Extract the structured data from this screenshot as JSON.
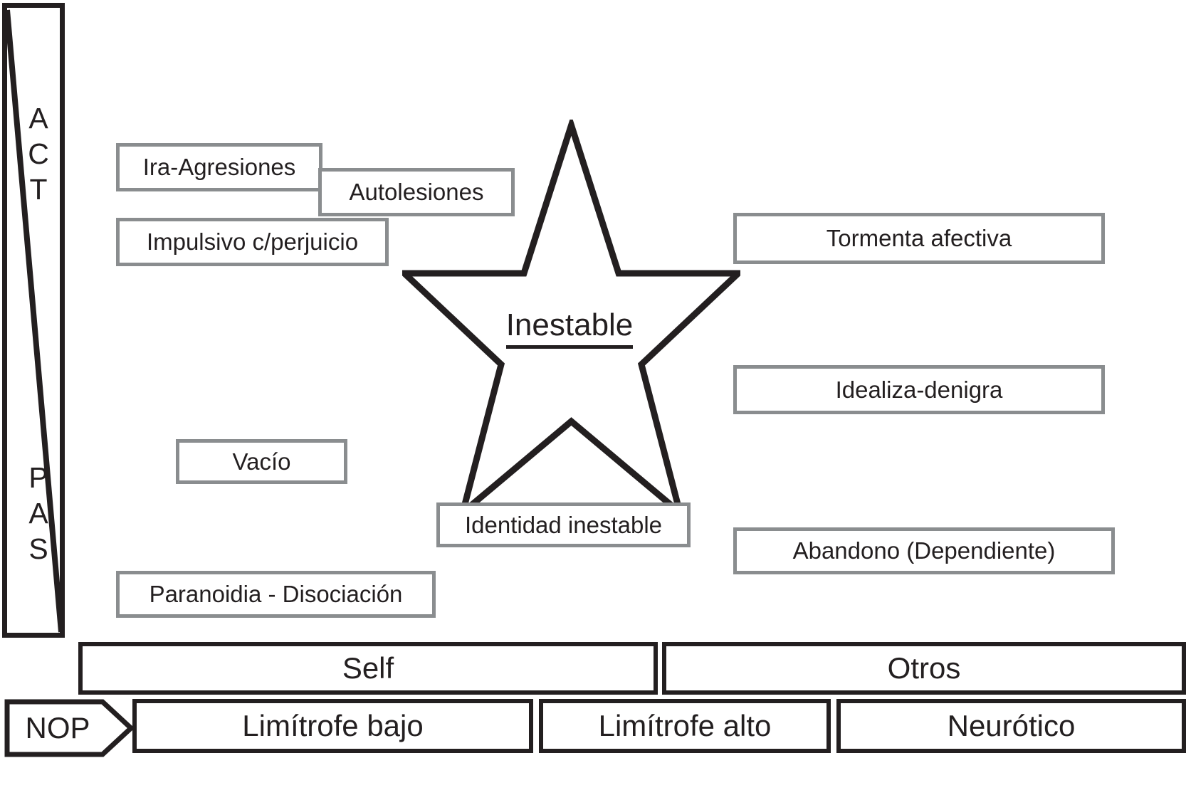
{
  "diagram": {
    "title": "Inestable",
    "center_label": "Inestable",
    "axis": {
      "top_label": "ACT",
      "top_letters": [
        "A",
        "C",
        "T"
      ],
      "bottom_label": "PAS",
      "bottom_letters": [
        "P",
        "A",
        "S"
      ]
    },
    "symptom_boxes": [
      {
        "id": "ira",
        "label": "Ira-Agresiones"
      },
      {
        "id": "autolesiones",
        "label": "Autolesiones"
      },
      {
        "id": "impulsivo",
        "label": "Impulsivo c/perjuicio"
      },
      {
        "id": "tormenta",
        "label": "Tormenta afectiva"
      },
      {
        "id": "idealiza",
        "label": "Idealiza-denigra"
      },
      {
        "id": "vacio",
        "label": "Vacío"
      },
      {
        "id": "identidad",
        "label": "Identidad inestable"
      },
      {
        "id": "abandono",
        "label": "Abandono (Dependiente)"
      },
      {
        "id": "paranoidia",
        "label": "Paranoidia - Disociación"
      }
    ],
    "domain_bars": [
      {
        "id": "self",
        "label": "Self"
      },
      {
        "id": "otros",
        "label": "Otros"
      }
    ],
    "level_bars": [
      {
        "id": "limitrofe-bajo",
        "label": "Limítrofe bajo"
      },
      {
        "id": "limitrofe-alto",
        "label": "Limítrofe alto"
      },
      {
        "id": "neurotico",
        "label": "Neurótico"
      }
    ],
    "nop": {
      "label": "NOP"
    },
    "colors": {
      "ink": "#231f20",
      "box_border_gray": "#8a8d8f",
      "background": "#ffffff"
    }
  }
}
